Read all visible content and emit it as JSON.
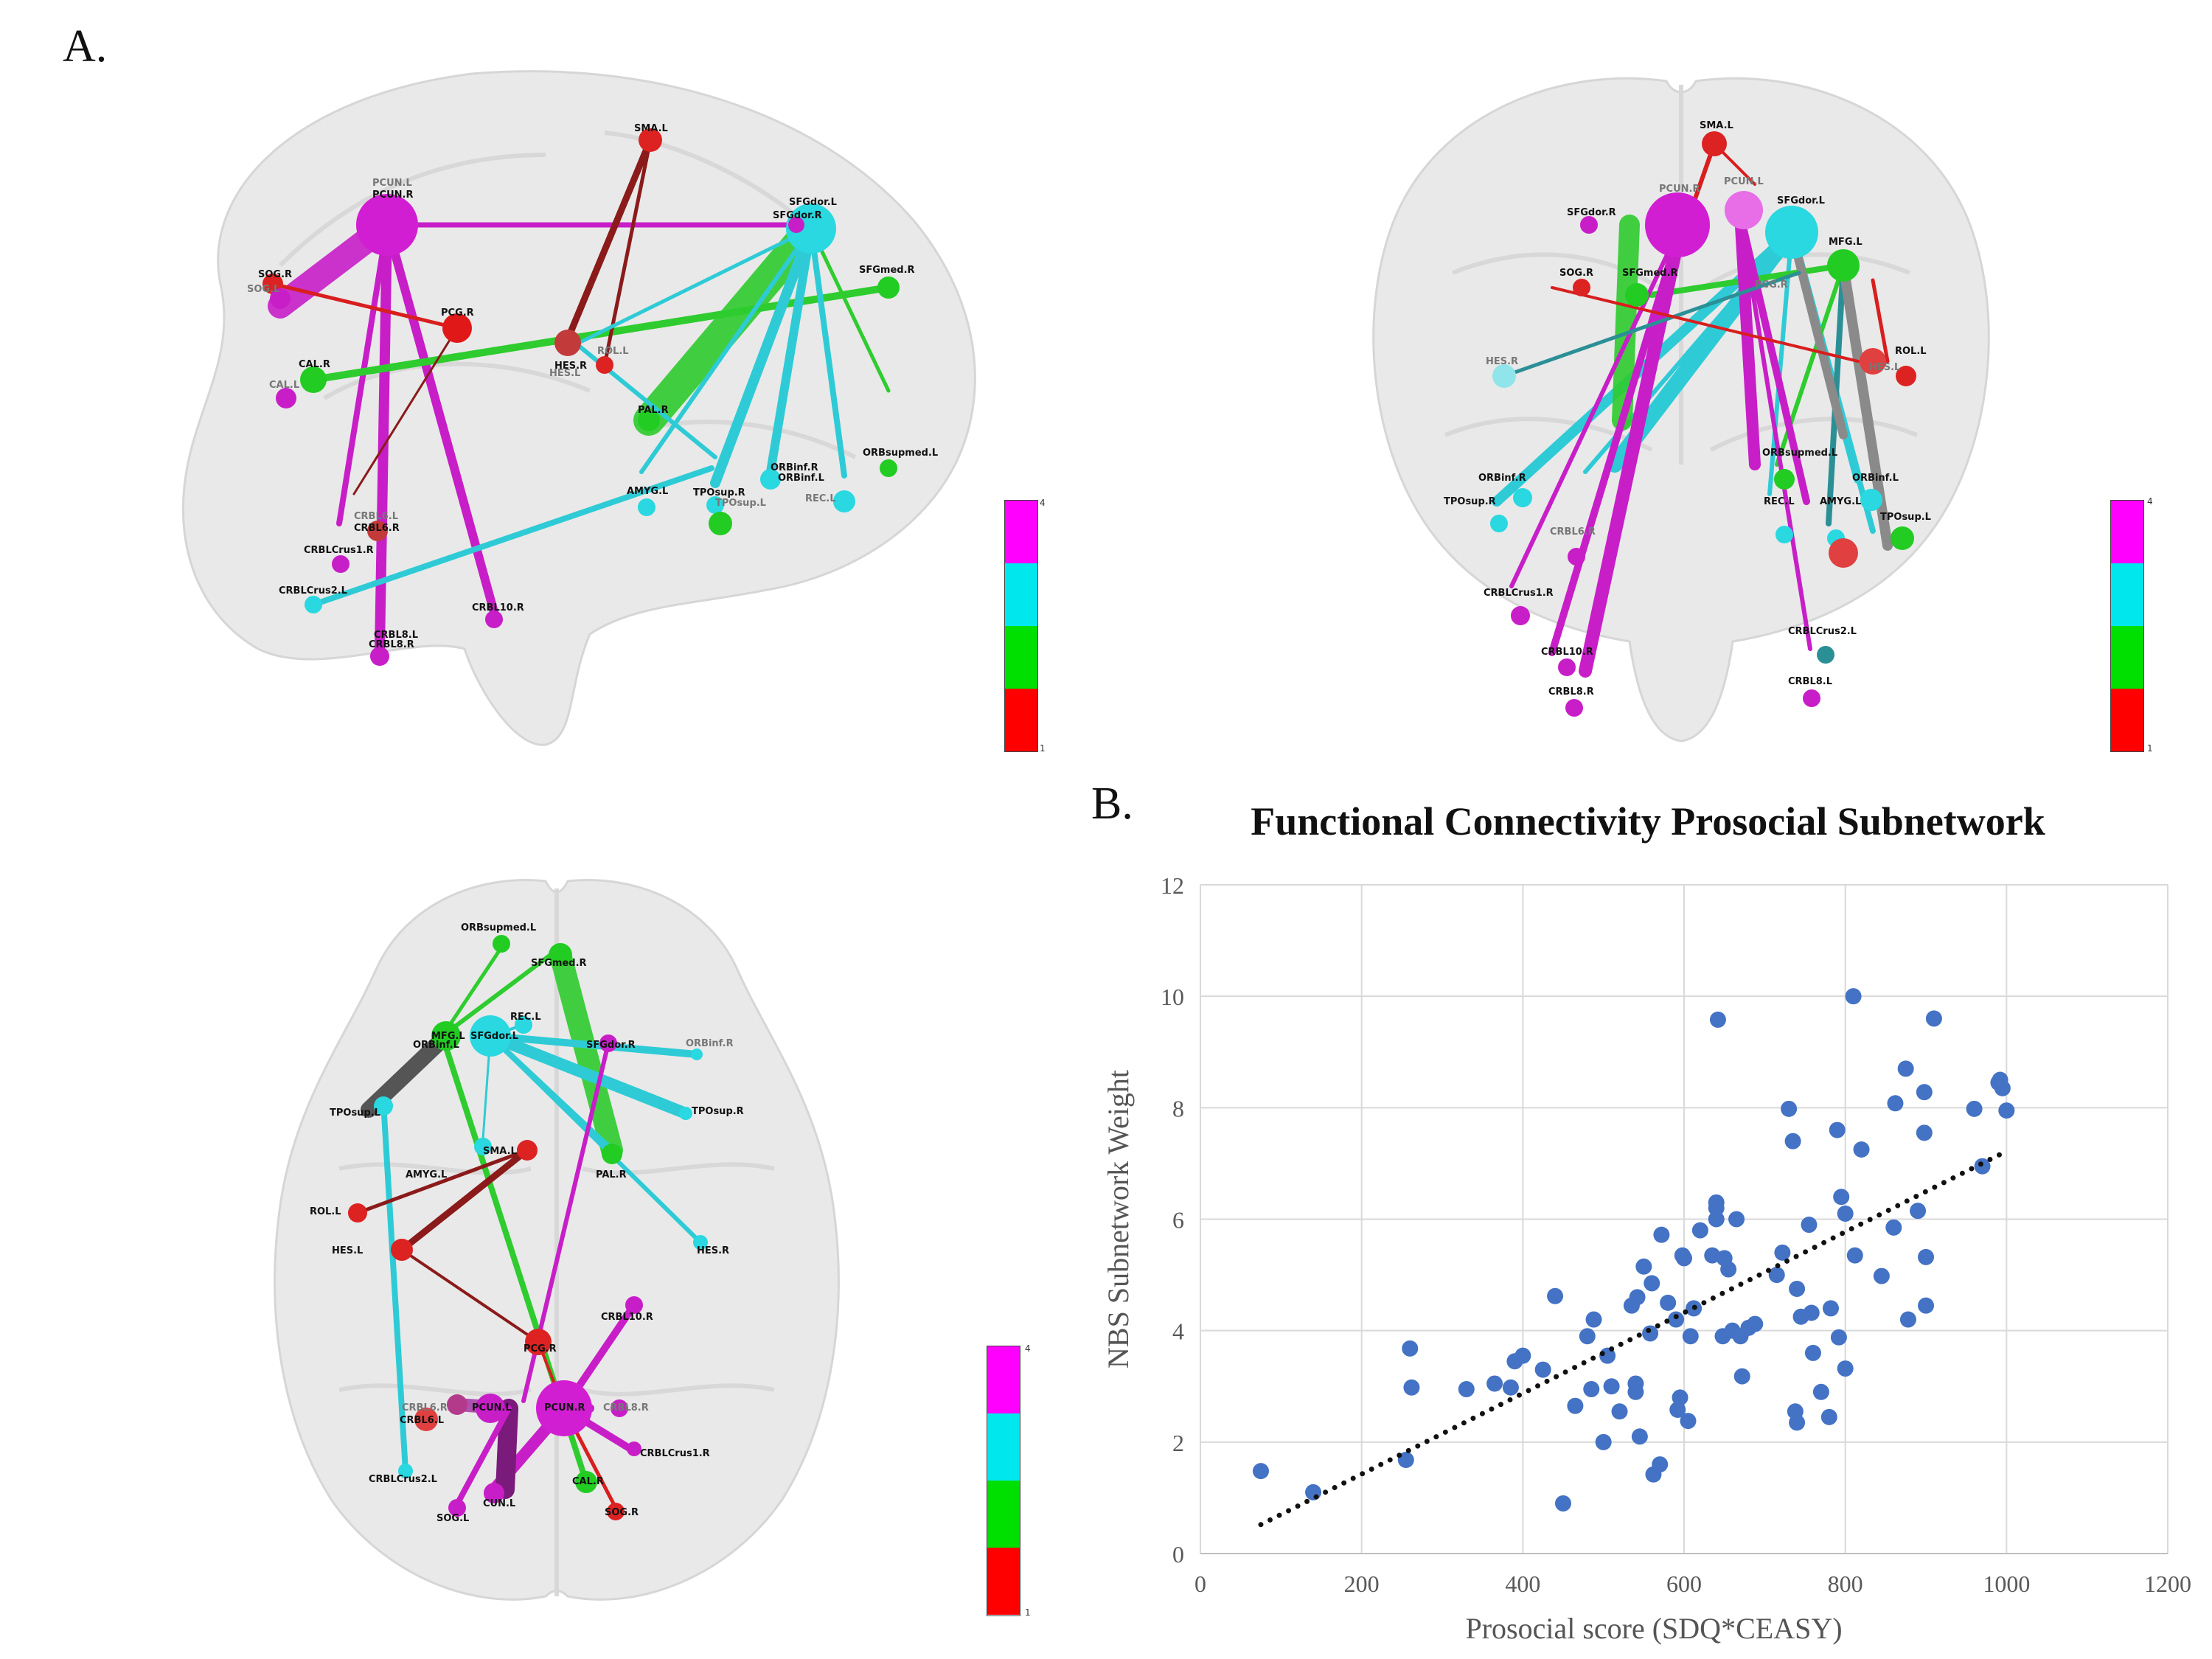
{
  "panels": {
    "a_label": "A.",
    "b_label": "B."
  },
  "colorbar": {
    "colors": [
      "#ff0000",
      "#00e000",
      "#00e8ee",
      "#ff00ff"
    ],
    "min_label": "1",
    "max_label": "4"
  },
  "edge_palette": {
    "red": "#d81e1e",
    "darkred": "#8b1a1a",
    "green": "#2ecc2e",
    "cyan": "#2ecbd6",
    "magenta": "#c81ec8",
    "gray": "#8a8a8a",
    "teal": "#2b8f96"
  },
  "brain_sagittal": {
    "labels": [
      "SMA.L",
      "PCUN.L",
      "PCUN.R",
      "SFGdor.L",
      "SFGdor.R",
      "SOG.R",
      "SOG.L",
      "PCG.R",
      "SFGmed.R",
      "CAL.R",
      "CAL.L",
      "HES.R",
      "HES.L",
      "ROL.L",
      "PAL.R",
      "ORBsupmed.L",
      "ORBinf.R",
      "ORBinf.L",
      "AMYG.L",
      "TPOsup.R",
      "TPOsup.L",
      "REC.L",
      "CRBL6.R",
      "CRBL6.L",
      "CRBLCrus1.R",
      "CRBLCrus2.L",
      "CRBL10.R",
      "CRBL8.L",
      "CRBL8.R"
    ]
  },
  "brain_coronal": {
    "labels": [
      "SMA.L",
      "PCUN.R",
      "PCUN.L",
      "SFGdor.L",
      "SFGdor.R",
      "MFG.L",
      "SOG.R",
      "SFGmed.R",
      "PCG.R",
      "ROL.L",
      "HES.R",
      "HES.L",
      "ORBsupmed.L",
      "ORBinf.R",
      "ORBinf.L",
      "TPOsup.R",
      "TPOsup.L",
      "REC.L",
      "AMYG.L",
      "CRBL6.R",
      "CRBLCrus1.R",
      "CRBLCrus2.L",
      "CRBL10.R",
      "CRBL8.R",
      "CRBL8.L"
    ]
  },
  "brain_axial": {
    "labels": [
      "ORBsupmed.L",
      "SFGmed.R",
      "REC.L",
      "MFG.L",
      "ORBinf.L",
      "SFGdor.L",
      "SFGdor.R",
      "ORBinf.R",
      "TPOsup.L",
      "TPOsup.R",
      "SMA.L",
      "AMYG.L",
      "PAL.R",
      "ROL.L",
      "HES.L",
      "HES.R",
      "CRBL10.R",
      "PCG.R",
      "CRBL6.R",
      "PCUN.L",
      "PCUN.R",
      "CRBL8.R",
      "CRBL6.L",
      "CRBLCrus1.R",
      "CRBLCrus2.L",
      "CAL.R",
      "CUN.L",
      "SOG.L",
      "SOG.R"
    ]
  },
  "chart_data": {
    "type": "scatter",
    "title": "Functional Connectivity Prosocial Subnetwork",
    "xlabel": "Prosocial score (SDQ*CEASY)",
    "ylabel": "NBS Subnetwork Weight",
    "xlim": [
      0,
      1200
    ],
    "ylim": [
      0,
      12
    ],
    "xticks": [
      0,
      200,
      400,
      600,
      800,
      1000,
      1200
    ],
    "yticks": [
      0,
      2,
      4,
      6,
      8,
      10,
      12
    ],
    "grid": true,
    "marker_color": "#4472c4",
    "trendline": {
      "style": "dotted",
      "color": "#111111",
      "x": [
        75,
        1000
      ],
      "y": [
        0.52,
        7.22
      ]
    },
    "points": [
      [
        75,
        1.48
      ],
      [
        140,
        1.1
      ],
      [
        255,
        1.68
      ],
      [
        260,
        3.68
      ],
      [
        262,
        2.98
      ],
      [
        330,
        2.95
      ],
      [
        365,
        3.05
      ],
      [
        385,
        2.98
      ],
      [
        390,
        3.45
      ],
      [
        400,
        3.55
      ],
      [
        425,
        3.3
      ],
      [
        440,
        4.62
      ],
      [
        450,
        0.9
      ],
      [
        465,
        2.65
      ],
      [
        480,
        3.9
      ],
      [
        485,
        2.95
      ],
      [
        488,
        4.2
      ],
      [
        500,
        2.0
      ],
      [
        505,
        3.55
      ],
      [
        510,
        3.0
      ],
      [
        520,
        2.55
      ],
      [
        535,
        4.45
      ],
      [
        540,
        2.9
      ],
      [
        540,
        3.05
      ],
      [
        542,
        4.6
      ],
      [
        545,
        2.1
      ],
      [
        550,
        5.15
      ],
      [
        558,
        3.95
      ],
      [
        560,
        4.85
      ],
      [
        562,
        1.42
      ],
      [
        570,
        1.6
      ],
      [
        572,
        5.72
      ],
      [
        580,
        4.5
      ],
      [
        590,
        4.2
      ],
      [
        592,
        2.58
      ],
      [
        595,
        2.8
      ],
      [
        598,
        5.35
      ],
      [
        600,
        5.3
      ],
      [
        605,
        2.38
      ],
      [
        608,
        3.9
      ],
      [
        612,
        4.4
      ],
      [
        620,
        5.8
      ],
      [
        635,
        5.35
      ],
      [
        640,
        6.3
      ],
      [
        640,
        6.0
      ],
      [
        640,
        6.2
      ],
      [
        642,
        9.58
      ],
      [
        648,
        3.9
      ],
      [
        650,
        5.3
      ],
      [
        655,
        5.1
      ],
      [
        660,
        4.0
      ],
      [
        665,
        6.0
      ],
      [
        670,
        3.9
      ],
      [
        672,
        3.18
      ],
      [
        680,
        4.05
      ],
      [
        688,
        4.12
      ],
      [
        715,
        5.0
      ],
      [
        722,
        5.4
      ],
      [
        730,
        7.98
      ],
      [
        735,
        7.4
      ],
      [
        738,
        2.55
      ],
      [
        740,
        4.75
      ],
      [
        740,
        2.35
      ],
      [
        745,
        4.25
      ],
      [
        755,
        5.9
      ],
      [
        758,
        4.32
      ],
      [
        760,
        3.6
      ],
      [
        770,
        2.9
      ],
      [
        780,
        2.45
      ],
      [
        782,
        4.4
      ],
      [
        790,
        7.6
      ],
      [
        792,
        3.88
      ],
      [
        795,
        6.4
      ],
      [
        800,
        6.1
      ],
      [
        800,
        3.32
      ],
      [
        810,
        10.0
      ],
      [
        812,
        5.35
      ],
      [
        820,
        7.25
      ],
      [
        845,
        4.98
      ],
      [
        860,
        5.85
      ],
      [
        862,
        8.08
      ],
      [
        875,
        8.7
      ],
      [
        878,
        4.2
      ],
      [
        890,
        6.15
      ],
      [
        898,
        8.28
      ],
      [
        898,
        7.55
      ],
      [
        900,
        5.32
      ],
      [
        900,
        4.45
      ],
      [
        910,
        9.6
      ],
      [
        960,
        7.98
      ],
      [
        970,
        6.95
      ],
      [
        990,
        8.45
      ],
      [
        992,
        8.5
      ],
      [
        995,
        8.35
      ],
      [
        1000,
        7.95
      ]
    ]
  }
}
